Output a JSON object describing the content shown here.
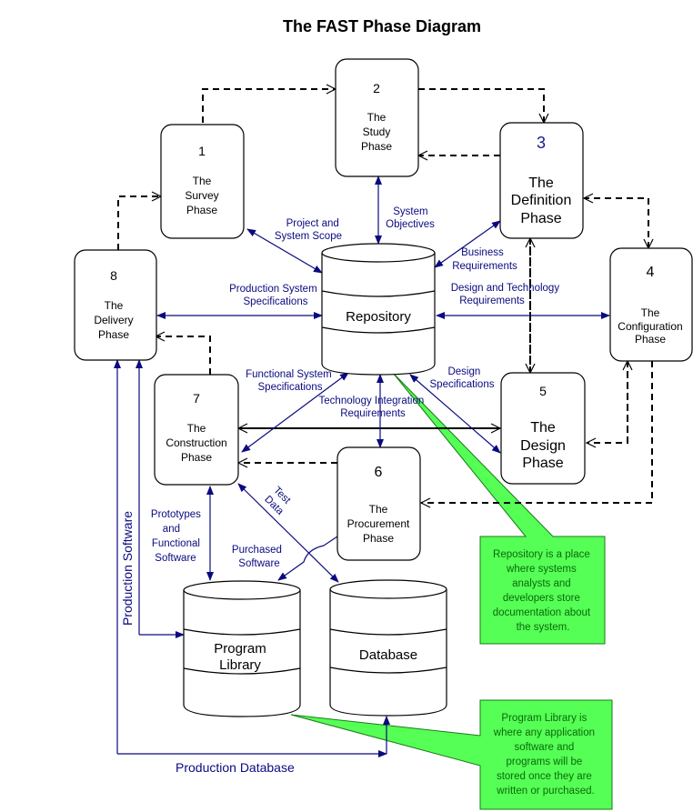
{
  "title": "The FAST Phase Diagram",
  "phases": [
    {
      "num": "1",
      "lines": [
        "The",
        "Survey",
        "Phase"
      ]
    },
    {
      "num": "2",
      "lines": [
        "The",
        "Study",
        "Phase"
      ]
    },
    {
      "num": "3",
      "lines": [
        "The",
        "Definition",
        "Phase"
      ]
    },
    {
      "num": "4",
      "lines": [
        "The",
        "Configuration",
        "Phase"
      ]
    },
    {
      "num": "5",
      "lines": [
        "The",
        "Design",
        "Phase"
      ]
    },
    {
      "num": "6",
      "lines": [
        "The",
        "Procurement",
        "Phase"
      ]
    },
    {
      "num": "7",
      "lines": [
        "The",
        "Construction",
        "Phase"
      ]
    },
    {
      "num": "8",
      "lines": [
        "The",
        "Delivery",
        "Phase"
      ]
    }
  ],
  "stores": {
    "repository": [
      "Repository"
    ],
    "program_library": [
      "Program",
      "Library"
    ],
    "database": [
      "Database"
    ]
  },
  "flows": {
    "project_scope": [
      "Project and",
      "System Scope"
    ],
    "system_objectives": [
      "System",
      "Objectives"
    ],
    "business_requirements": [
      "Business",
      "Requirements"
    ],
    "design_tech_requirements": [
      "Design and Technology",
      "Requirements"
    ],
    "production_specs": [
      "Production System",
      "Specifications"
    ],
    "functional_specs": [
      "Functional System",
      "Specifications"
    ],
    "tech_integration": [
      "Technology Integration",
      "Requirements"
    ],
    "design_specs": [
      "Design",
      "Specifications"
    ],
    "prototypes": [
      "Prototypes",
      "and",
      "Functional",
      "Software"
    ],
    "purchased_software": [
      "Purchased",
      "Software"
    ],
    "test_data": [
      "Test",
      "Data"
    ],
    "production_software": "Production Software",
    "production_database": "Production Database"
  },
  "notes": {
    "repository_note": [
      "Repository is a place",
      "where systems",
      "analysts and",
      "developers store",
      "documentation about",
      "the system."
    ],
    "library_note": [
      "Program Library is",
      "where any application",
      "software and",
      "programs will be",
      "stored once they are",
      "written or purchased."
    ]
  },
  "colors": {
    "flow": "#0a0a80",
    "note_fill": "#55ff55",
    "note_text": "#0a6a0a"
  }
}
